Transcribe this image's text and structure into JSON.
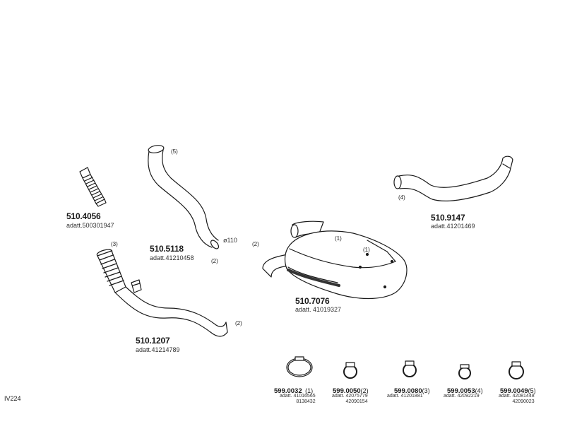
{
  "catalog_code": "IV224",
  "parts": [
    {
      "id": "510.4056",
      "ref": "adatt.500301947"
    },
    {
      "id": "510.5118",
      "ref": "adatt.41210458",
      "qty": "(5)",
      "qty2": "(2)",
      "dia": "ø110"
    },
    {
      "id": "510.1207",
      "ref": "adatt.41214789",
      "qty": "(3)",
      "qty2": "(2)"
    },
    {
      "id": "510.7076",
      "ref": "adatt. 41019327",
      "qty": "(2)",
      "qty_a": "(1)",
      "qty_b": "(1)"
    },
    {
      "id": "510.9147",
      "ref": "adatt.41201469",
      "qty": "(4)"
    }
  ],
  "clamps": [
    {
      "id": "599.0032",
      "qty": "(1)",
      "ref1": "adatt. 41016565",
      "ref2": "8138432"
    },
    {
      "id": "599.0050",
      "qty": "(2)",
      "ref1": "adatt. 42075779",
      "ref2": "42090154"
    },
    {
      "id": "599.0080",
      "qty": "(3)",
      "ref1": "adatt. 41201881",
      "ref2": ""
    },
    {
      "id": "599.0053",
      "qty": "(4)",
      "ref1": "adatt. 42092219",
      "ref2": ""
    },
    {
      "id": "599.0049",
      "qty": "(5)",
      "ref1": "adatt. 42081448",
      "ref2": "42090023"
    }
  ]
}
